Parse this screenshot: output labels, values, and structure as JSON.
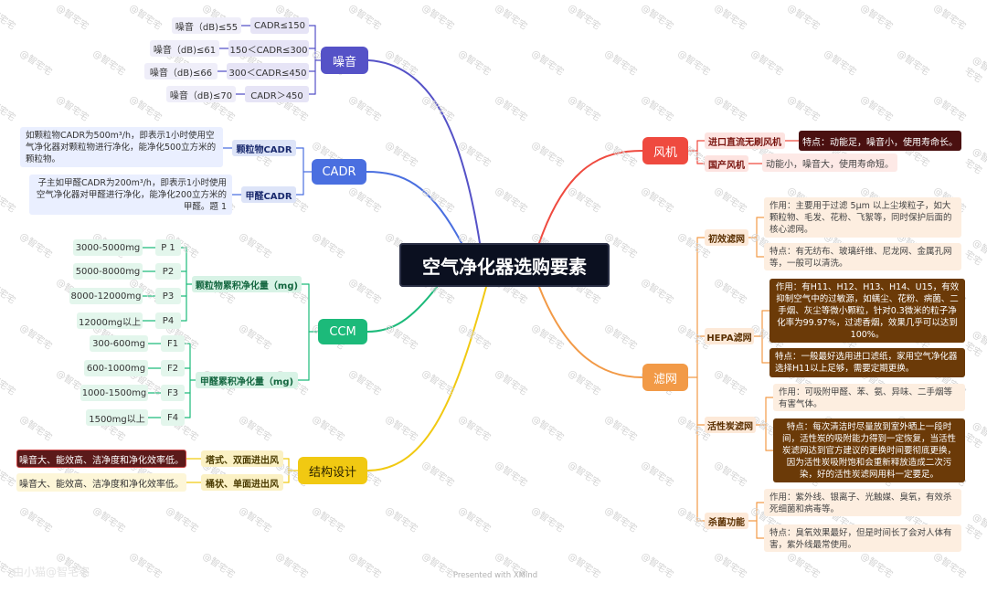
{
  "center": "空气净化器选购要素",
  "noise": {
    "title": "噪音",
    "rows": [
      {
        "cadr": "CADR≤150",
        "db": "噪音（dB)≤55"
      },
      {
        "cadr": "150＜CADR≤300",
        "db": "噪音（dB)≤61"
      },
      {
        "cadr": "300＜CADR≤450",
        "db": "噪音（dB)≤66"
      },
      {
        "cadr": "CADR＞450",
        "db": "噪音（dB)≤70"
      }
    ]
  },
  "cadr": {
    "title": "CADR",
    "particle_label": "颗粒物CADR",
    "particle_note": "如颗粒物CADR为500m³/h，即表示1小时使用空气净化器对颗粒物进行净化，能净化500立方米的颗粒物。",
    "formaldehyde_label": "甲醛CADR",
    "formaldehyde_note": "子主如甲醛CADR为200m³/h，即表示1小时使用空气净化器对甲醛进行净化，能净化200立方米的甲醛。题 1"
  },
  "ccm": {
    "title": "CCM",
    "particle_label": "颗粒物累积净化量（mg)",
    "particle_levels": [
      {
        "level": "P 1",
        "range": "3000-5000mg"
      },
      {
        "level": "P2",
        "range": "5000-8000mg"
      },
      {
        "level": "P3",
        "range": "8000-12000mg"
      },
      {
        "level": "P4",
        "range": "12000mg以上"
      }
    ],
    "formaldehyde_label": "甲醛累积净化量（mg)",
    "formaldehyde_levels": [
      {
        "level": "F1",
        "range": "300-600mg"
      },
      {
        "level": "F2",
        "range": "600-1000mg"
      },
      {
        "level": "F3",
        "range": "1000-1500mg"
      },
      {
        "level": "F4",
        "range": "1500mg以上"
      }
    ]
  },
  "structure": {
    "title": "结构设计",
    "tower_label": "塔式、双面进出风",
    "tower_note": "噪音大、能效高、洁净度和净化效率低。",
    "barrel_label": "桶状、单面进出风",
    "barrel_note": "噪音大、能效高、洁净度和净化效率低。"
  },
  "fan": {
    "title": "风机",
    "imported_label": "进口直流无刷风机",
    "imported_note": "特点：动能足，噪音小，使用寿命长。",
    "domestic_label": "国产风机",
    "domestic_note": "动能小，噪音大，使用寿命短。"
  },
  "filter": {
    "title": "滤网",
    "primary_label": "初效滤网",
    "primary_use": "作用：主要用于过滤 5μm 以上尘埃粒子，如大颗粒物、毛发、花粉、飞絮等，同时保护后面的核心滤网。",
    "primary_feature": "特点：有无纺布、玻璃纤维、尼龙网、金属孔网等，一般可以清洗。",
    "hepa_label": "HEPA滤网",
    "hepa_use": "作用：有H11、H12、H13、H14、U15，有效抑制空气中的过敏源，如螨尘、花粉、病菌、二手烟、灰尘等微小颗粒，针对0.3微米的粒子净化率为99.97%，过滤香烟，效果几乎可以达到100%。",
    "hepa_feature": "特点：一般最好选用进口滤纸，家用空气净化器选择H11以上足够，需要定期更换。",
    "carbon_label": "活性炭滤网",
    "carbon_use": "作用：可吸附甲醛、苯、氨、异味、二手烟等有害气体。",
    "carbon_feature": "特点：每次清洁时尽量放到室外晒上一段时间，活性炭的吸附能力得到一定恢复，当活性炭滤网达到官方建议的更换时间要彻底更换，因为活性炭吸附饱和会重新释放造成二次污染，好的活性炭滤网用料一定要足。",
    "germ_label": "杀菌功能",
    "germ_use": "作用：紫外线、银离子、光触媒、臭氧，有效杀死细菌和病毒等。",
    "germ_feature": "特点：臭氧效果最好，但是时间长了会对人体有害，紫外线最常使用。"
  },
  "footer": "Presented with XMind",
  "credit": "由小猫@智宅宅",
  "watermark": "@智宅宅",
  "colors": {
    "noise": "#5552c7",
    "cadr": "#4a6fe0",
    "ccm": "#1cba7a",
    "structure": "#f1c912",
    "fan": "#ef4a3f",
    "filter": "#f29a47",
    "center": "#0b1020"
  }
}
